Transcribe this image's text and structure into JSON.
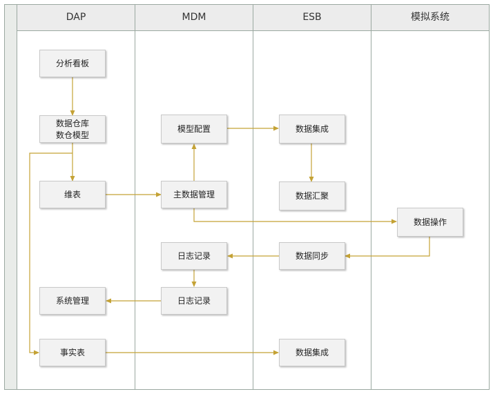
{
  "lanes": [
    "DAP",
    "MDM",
    "ESB",
    "模拟系统"
  ],
  "nodes": {
    "dap_dashboard": "分析看板",
    "dap_warehouse_line1": "数据仓库",
    "dap_warehouse_line2": "数仓模型",
    "dap_dimension": "维表",
    "dap_system_mgmt": "系统管理",
    "dap_fact": "事实表",
    "mdm_model_config": "模型配置",
    "mdm_master_data": "主数据管理",
    "mdm_log_1": "日志记录",
    "mdm_log_2": "日志记录",
    "esb_integration_1": "数据集成",
    "esb_aggregation": "数据汇聚",
    "esb_sync": "数据同步",
    "esb_integration_2": "数据集成",
    "sim_data_op": "数据操作"
  },
  "colors": {
    "arrow": "#c4a235",
    "lane_border": "#9aa8a0",
    "header_fill": "#ececec",
    "node_fill": "#f2f2f2",
    "node_border": "#c8c8c8"
  }
}
